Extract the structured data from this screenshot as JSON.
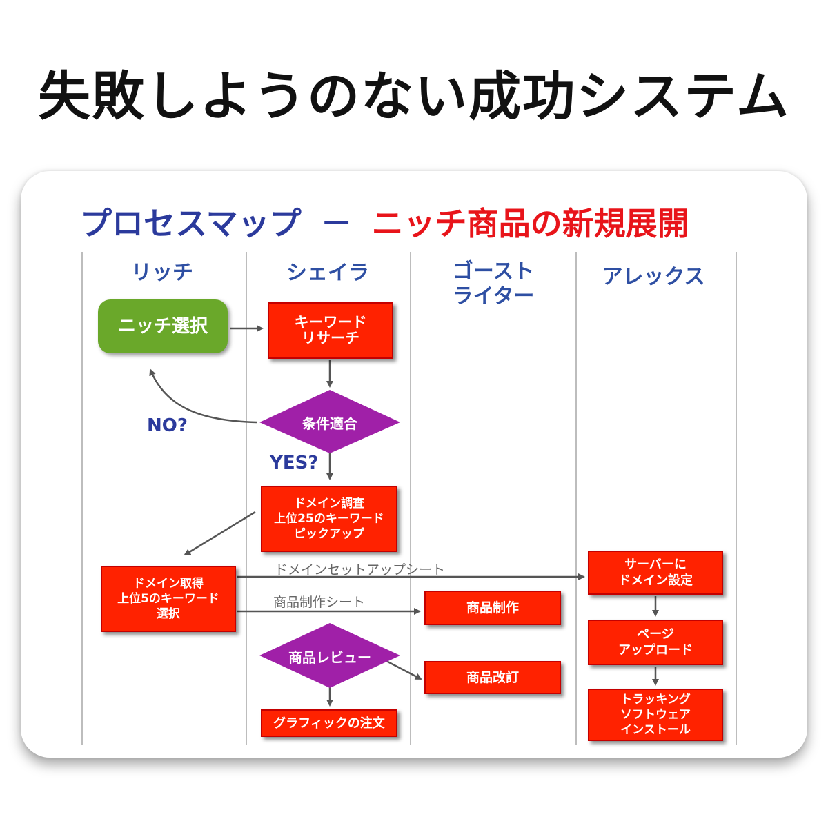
{
  "page_title": "失敗しようのない成功システム",
  "diagram": {
    "title_left": "プロセスマップ",
    "title_dash": "－",
    "title_right": "ニッチ商品の新規展開",
    "lanes": [
      "リッチ",
      "シェイラ",
      "ゴースト\nライター",
      "アレックス"
    ],
    "nodes": {
      "niche_select": "ニッチ選択",
      "keyword_research": "キーワード\nリサーチ",
      "condition_match": "条件適合",
      "domain_research": "ドメイン調査\n上位25のキーワード\nピックアップ",
      "domain_acquire": "ドメイン取得\n上位5のキーワード\n選択",
      "product_review": "商品レビュー",
      "graphic_order": "グラフィックの注文",
      "product_make": "商品制作",
      "product_revise": "商品改訂",
      "server_domain": "サーバーに\nドメイン設定",
      "page_upload": "ページ\nアップロード",
      "tracking_install": "トラッキング\nソフトウェア\nインストール"
    },
    "labels": {
      "no": "NO?",
      "yes": "YES?",
      "domain_setup_sheet": "ドメインセットアップシート",
      "product_sheet": "商品制作シート"
    },
    "colors": {
      "process_red": "#ff2200",
      "decision_purple": "#a020a8",
      "start_green": "#6aa82a",
      "lane_header_blue": "#2e4fa3",
      "title_red": "#e8141a"
    }
  }
}
